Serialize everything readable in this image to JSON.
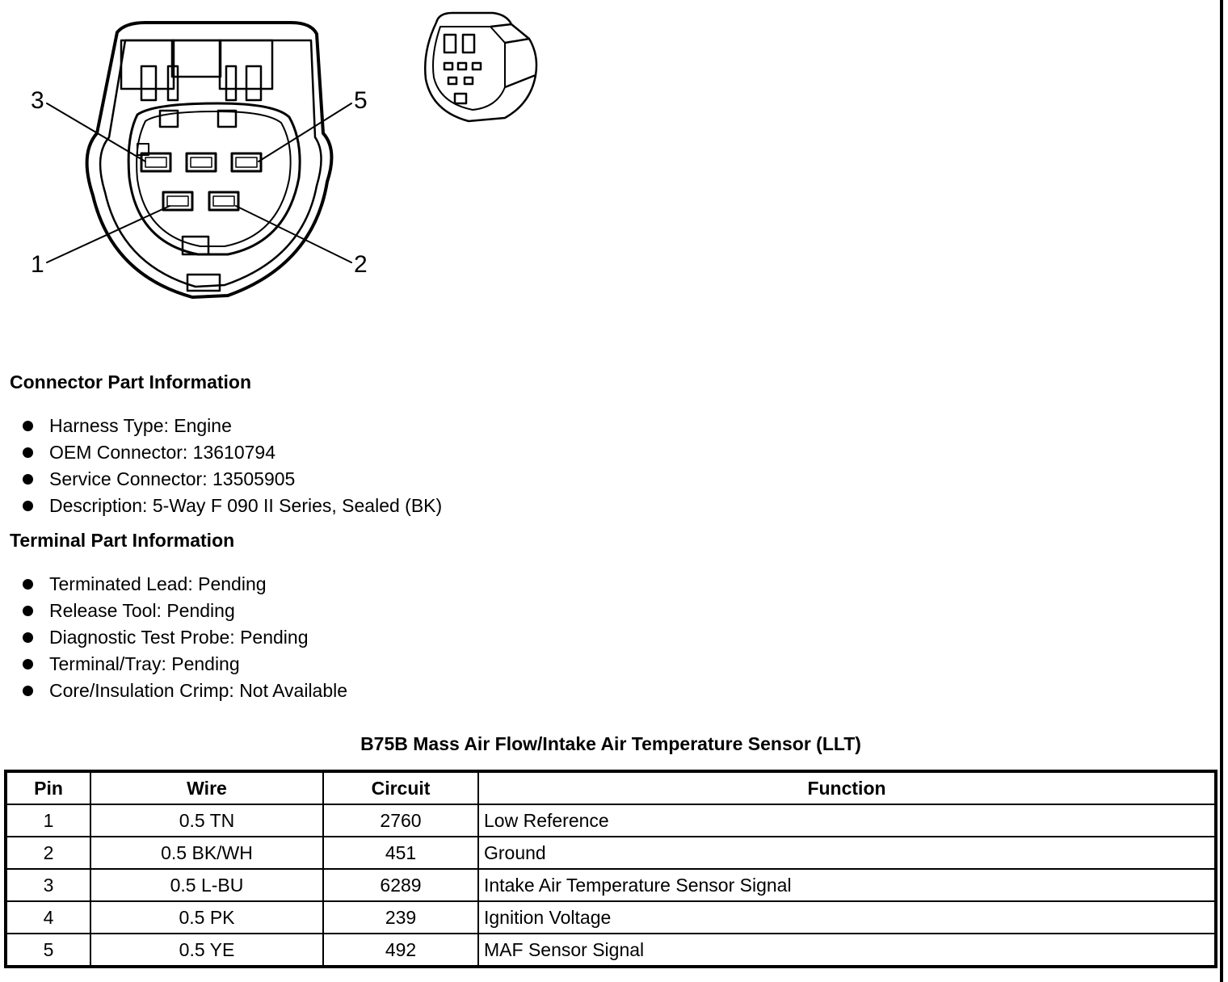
{
  "diagram": {
    "pin_callouts": [
      "3",
      "5",
      "1",
      "2"
    ]
  },
  "connector_info": {
    "heading": "Connector Part Information",
    "items": [
      "Harness Type: Engine",
      "OEM Connector: 13610794",
      "Service Connector: 13505905",
      "Description: 5-Way F 090 II Series, Sealed (BK)"
    ]
  },
  "terminal_info": {
    "heading": "Terminal Part Information",
    "items": [
      "Terminated Lead: Pending",
      "Release Tool: Pending",
      "Diagnostic Test Probe: Pending",
      "Terminal/Tray: Pending",
      "Core/Insulation Crimp: Not Available"
    ]
  },
  "table": {
    "title": "B75B Mass Air Flow/Intake Air Temperature Sensor (LLT)",
    "headers": [
      "Pin",
      "Wire",
      "Circuit",
      "Function"
    ],
    "rows": [
      [
        "1",
        "0.5 TN",
        "2760",
        "Low Reference"
      ],
      [
        "2",
        "0.5 BK/WH",
        "451",
        "Ground"
      ],
      [
        "3",
        "0.5 L-BU",
        "6289",
        "Intake Air Temperature Sensor Signal"
      ],
      [
        "4",
        "0.5 PK",
        "239",
        "Ignition Voltage"
      ],
      [
        "5",
        "0.5 YE",
        "492",
        "MAF Sensor Signal"
      ]
    ]
  }
}
